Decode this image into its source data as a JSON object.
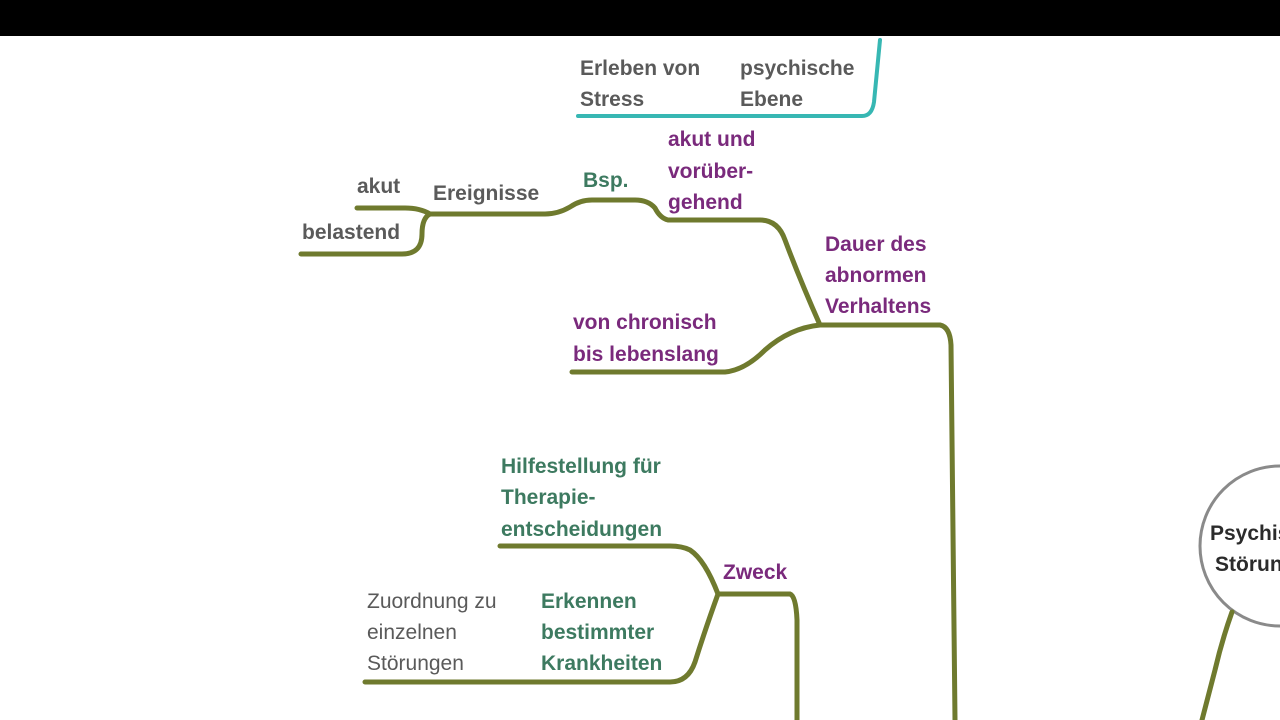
{
  "colors": {
    "branch": "#6f7a2e",
    "stress_branch": "#37b7b3",
    "purple_text": "#7a2a7c",
    "teal_text": "#3d7a60",
    "gray_text": "#5a5a5a"
  },
  "nodes": {
    "erleben_von": "Erleben von",
    "stress": "Stress",
    "psychische": "psychische",
    "ebene": "Ebene",
    "akut_und": "akut und",
    "voruber": "vorüber-",
    "gehend": "gehend",
    "akut": "akut",
    "ereignisse": "Ereignisse",
    "bsp": "Bsp.",
    "belastend": "belastend",
    "dauer_des": "Dauer des",
    "abnormen": "abnormen",
    "verhaltens": "Verhaltens",
    "von_chronisch": "von chronisch",
    "bis_lebenslang": "bis lebenslang",
    "hilfestellung_fur": "Hilfestellung für",
    "therapie": "Therapie-",
    "entscheidungen": "entscheidungen",
    "zweck": "Zweck",
    "zuordnung_zu": "Zuordnung zu",
    "einzelnen": "einzelnen",
    "storungen": "Störungen",
    "erkennen": "Erkennen",
    "bestimmter": "bestimmter",
    "krankheiten": "Krankheiten",
    "central_line1": "Psychis",
    "central_line2": "Störun"
  }
}
